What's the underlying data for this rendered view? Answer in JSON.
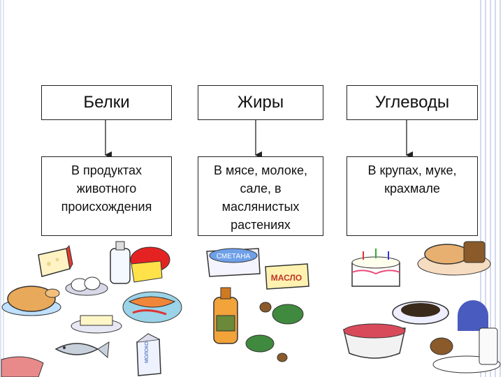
{
  "diagram": {
    "headers": [
      "Белки",
      "Жиры",
      "Углеводы"
    ],
    "descriptions": [
      [
        "В продуктах",
        "животного",
        "происхождения"
      ],
      [
        "В мясе, молоке,",
        "сале, в",
        "маслянистых",
        "растениях"
      ],
      [
        "В крупах, муке,",
        "крахмале"
      ]
    ]
  },
  "illustrations": {
    "labels": {
      "sour_cream": "СМЕТАНА",
      "butter": "МАСЛО",
      "milk_pack": "МОЛОКО"
    },
    "icons": [
      "cheese-icon",
      "milk-bottle-icon",
      "chicken-icon",
      "eggs-icon",
      "seafood-icon",
      "butter-plate-icon",
      "fish-icon",
      "milk-carton-icon",
      "meat-icon",
      "sour-cream-icon",
      "oil-bottle-icon",
      "nuts-icon",
      "butter-pack-icon",
      "cake-icon",
      "bread-icon",
      "buckwheat-icon",
      "beans-icon",
      "mushrooms-icon"
    ]
  },
  "colors": {
    "border": "#222222",
    "frame": "#d4d9ee",
    "accent": "#4a5bbf"
  }
}
